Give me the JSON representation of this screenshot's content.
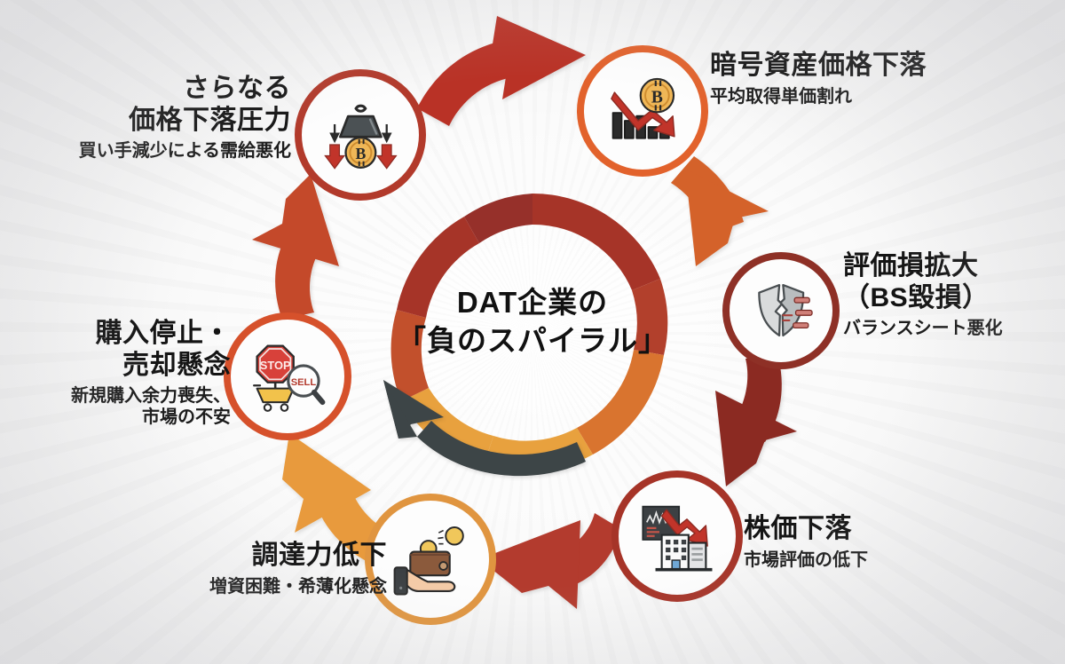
{
  "diagram": {
    "title_line1": "DAT企業の",
    "title_line2": "「負のスパイラル」",
    "type": "cycle",
    "colors": {
      "node1_ring": "#E2622C",
      "node2_ring": "#8E3026",
      "node3_ring": "#A63428",
      "node4_ring": "#E09540",
      "node5_ring": "#D6512B",
      "node6_ring": "#B23A2B",
      "arrow_1_2": "#D4622A",
      "arrow_2_3": "#8B2A22",
      "arrow_3_4": "#B33A2D",
      "arrow_4_5": "#E89A3C",
      "arrow_5_6": "#C44A2C",
      "arrow_6_1": "#B93328",
      "inner_arc_gray": "#3E4446",
      "inner_arc_orange": "#E8A13E",
      "inner_arc_red": "#A63428",
      "text": "#141414"
    },
    "nodes": [
      {
        "id": "crypto-price-drop",
        "icon": "bitcoin-declining-chart-icon",
        "title": "暗号資産価格下落",
        "subtitle": "平均取得単価割れ",
        "subtitle2": "",
        "title_line2": ""
      },
      {
        "id": "valuation-loss",
        "icon": "broken-shield-icon",
        "title": "評価損拡大",
        "title_line2": "（BS毀損）",
        "subtitle": "バランスシート悪化",
        "subtitle2": ""
      },
      {
        "id": "stock-price-drop",
        "icon": "building-stock-decline-icon",
        "title": "株価下落",
        "title_line2": "",
        "subtitle": "市場評価の低下",
        "subtitle2": ""
      },
      {
        "id": "funding-capacity-decline",
        "icon": "hand-wallet-coins-icon",
        "title": "調達力低下",
        "title_line2": "",
        "subtitle": "増資困難・希薄化懸念",
        "subtitle2": ""
      },
      {
        "id": "purchase-halt-sell-fear",
        "icon": "stop-cart-sell-magnifier-icon",
        "title": "購入停止・",
        "title_line2": "売却懸念",
        "subtitle": "新規購入余力喪失、",
        "subtitle2": "市場の不安"
      },
      {
        "id": "further-price-pressure",
        "icon": "weight-on-bitcoin-icon",
        "title": "さらなる",
        "title_line2": "価格下落圧力",
        "subtitle": "買い手減少による需給悪化",
        "subtitle2": ""
      }
    ],
    "icon_text": {
      "stop_sign": "STOP",
      "sell_magnifier": "SELL",
      "bitcoin_symbol": "₿"
    }
  }
}
